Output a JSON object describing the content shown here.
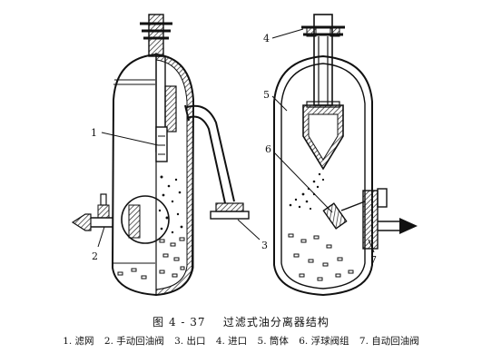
{
  "figure": {
    "number": "图 4 - 37",
    "title": "过滤式油分离器结构",
    "callouts": [
      "1",
      "2",
      "3",
      "4",
      "5",
      "6",
      "7"
    ],
    "legend": [
      "1. 滤网",
      "2. 手动回油阀",
      "3. 出口",
      "4. 进口",
      "5. 筒体",
      "6. 浮球阀组",
      "7. 自动回油阀"
    ]
  }
}
